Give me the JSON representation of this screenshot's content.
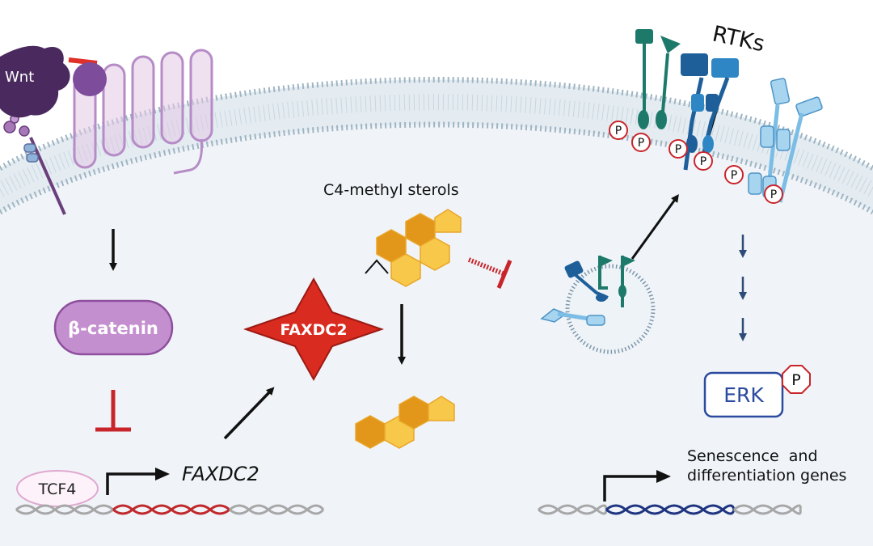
{
  "labels": {
    "wnt": "Wnt",
    "rtks": "RTKs",
    "sterols": "C4-methyl sterols",
    "beta_catenin": "β-catenin",
    "faxdc2_enzyme": "FAXDC2",
    "erk": "ERK",
    "phospho": "P",
    "tcf4": "TCF4",
    "faxdc2_gene": "FAXDC2",
    "senescence_line1": "Senescence  and",
    "senescence_line2": "differentiation genes"
  },
  "colors": {
    "membrane_fill": "#e3ebf1",
    "membrane_head": "#9fb4c2",
    "cytoplasm": "#eef3f7",
    "wnt": "#4a2a5e",
    "receptor": "#b895c8",
    "beta_catenin_fill": "#c48fcf",
    "inhibit": "#c8252b",
    "faxdc2_star": "#d92b20",
    "sterol_dark": "#e2961a",
    "sterol_light": "#f7c84a",
    "rtk_teal": "#1d7a6a",
    "rtk_blue": "#1e5f9a",
    "rtk_light": "#7cbde6",
    "erk_border": "#2b4aa0",
    "dna_red": "#c0282b",
    "dna_blue": "#1f3480",
    "dna_gray": "#a7a7a7"
  },
  "icons": [
    "wnt-ligand-icon",
    "frizzled-receptor-icon",
    "lrp-coreceptor-icon",
    "rtk-icon",
    "phospho-badge-icon",
    "endosome-icon",
    "sterol-hexagon-icon",
    "dna-helix-icon"
  ]
}
